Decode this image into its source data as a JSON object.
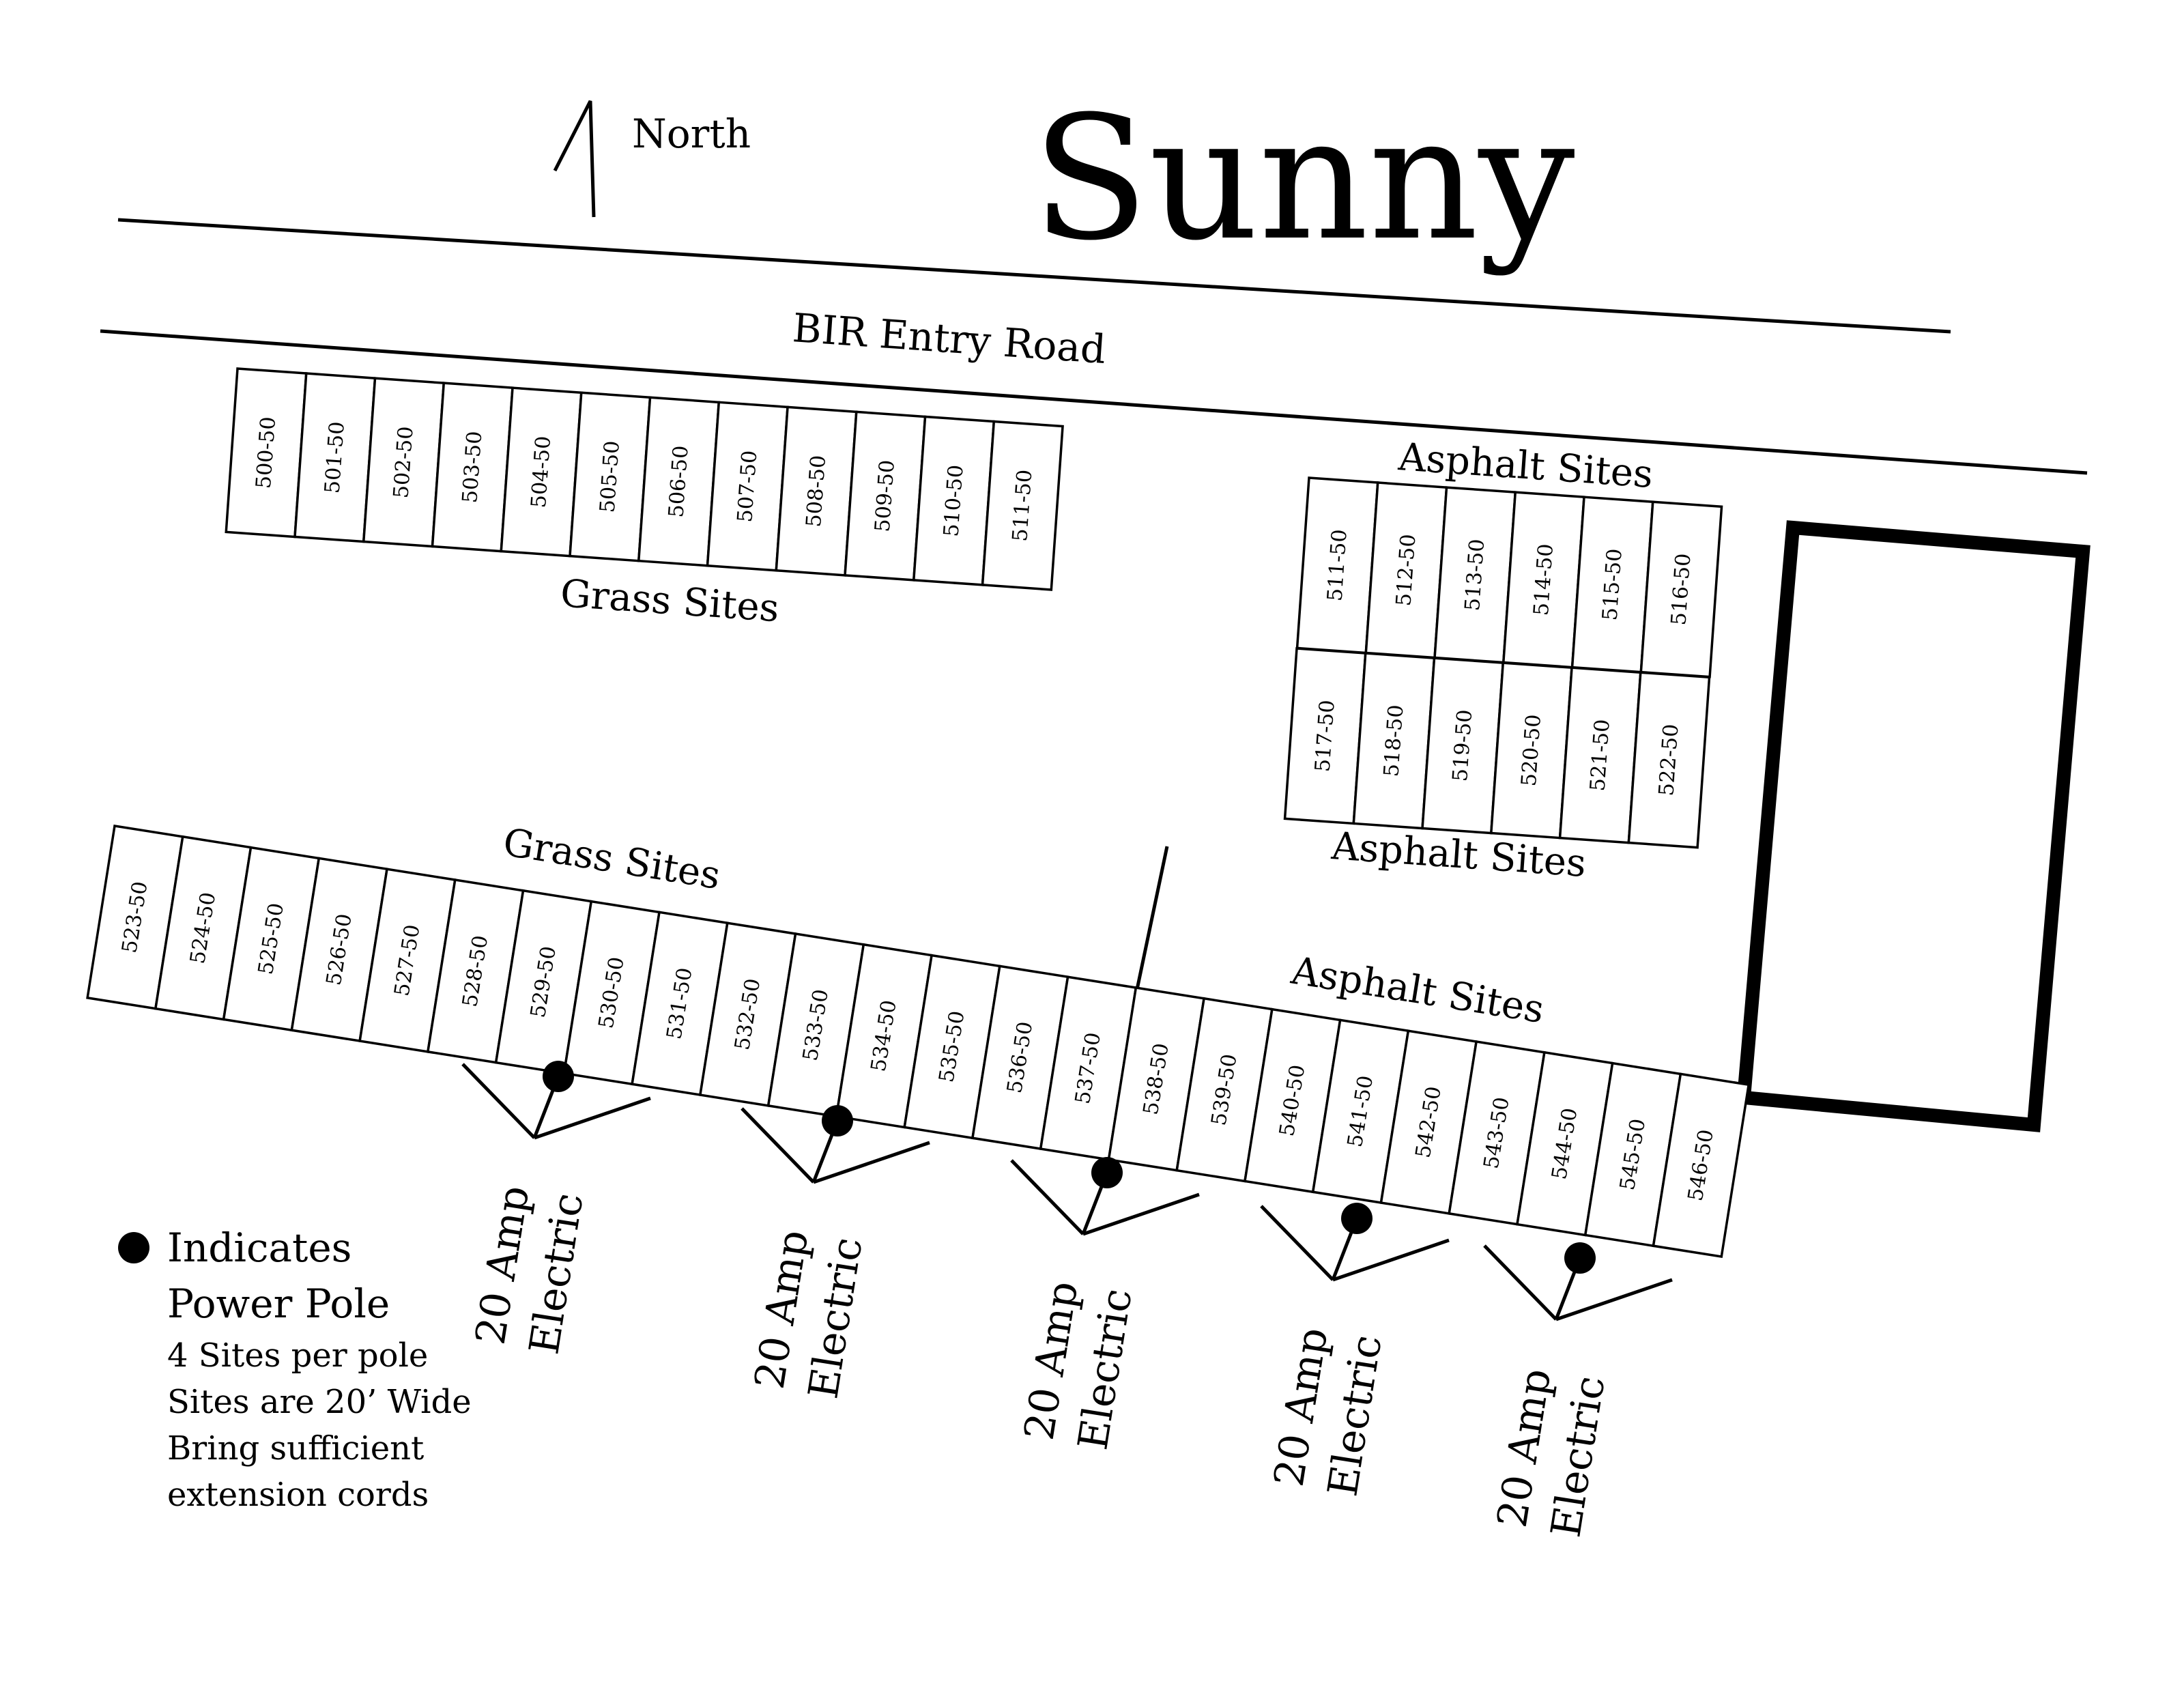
{
  "title": "Sunny",
  "north_label": "North",
  "road_label": "BIR Entry Road",
  "zones": {
    "grass_top": "Grass Sites",
    "asphalt_upper": "Asphalt Sites",
    "asphalt_upper_bottom": "Asphalt Sites",
    "grass_bottom": "Grass Sites",
    "asphalt_bottom": "Asphalt Sites"
  },
  "sites": {
    "grass_top": [
      "500-50",
      "501-50",
      "502-50",
      "503-50",
      "504-50",
      "505-50",
      "506-50",
      "507-50",
      "508-50",
      "509-50",
      "510-50",
      "511-50"
    ],
    "asphalt_upper_row1": [
      "511-50",
      "512-50",
      "513-50",
      "514-50",
      "515-50",
      "516-50"
    ],
    "asphalt_upper_row2": [
      "517-50",
      "518-50",
      "519-50",
      "520-50",
      "521-50",
      "522-50"
    ],
    "bottom_row": [
      "523-50",
      "524-50",
      "525-50",
      "526-50",
      "527-50",
      "528-50",
      "529-50",
      "530-50",
      "531-50",
      "532-50",
      "533-50",
      "534-50",
      "535-50",
      "536-50",
      "537-50",
      "538-50",
      "539-50",
      "540-50",
      "541-50",
      "542-50",
      "543-50",
      "544-50",
      "545-50",
      "546-50"
    ]
  },
  "power_poles": [
    {
      "line1": "20 Amp",
      "line2": "Electric"
    },
    {
      "line1": "20 Amp",
      "line2": "Electric"
    },
    {
      "line1": "20 Amp",
      "line2": "Electric"
    },
    {
      "line1": "20 Amp",
      "line2": "Electric"
    },
    {
      "line1": "20 Amp",
      "line2": "Electric"
    }
  ],
  "legend": {
    "line1": "Indicates",
    "line2": "Power Pole",
    "line3": "4 Sites per pole",
    "line4": "Sites are 20’ Wide",
    "line5": "Bring sufficient",
    "line6": "extension cords"
  }
}
